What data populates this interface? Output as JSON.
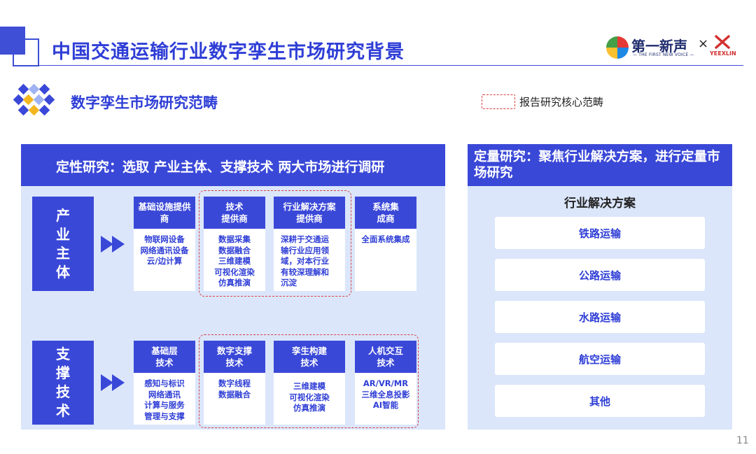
{
  "header": {
    "title": "中国交通运输行业数字孪生市场研究背景",
    "logo_text": "第一新声",
    "logo_sub": "— THE FIRST NEW VOICE —",
    "logo_times": "×",
    "logo_brand": "YEEXLIN"
  },
  "section": {
    "title": "数字孪生市场研究范畴",
    "legend_label": "报告研究核心范畴"
  },
  "qualitative": {
    "title": "定性研究：选取 产业主体、支撑技术 两大市场进行调研",
    "rows": [
      {
        "label": "产业主体",
        "cards": [
          {
            "title": "基础设施提供商",
            "body": [
              "物联网设备",
              "网络通讯设备",
              "云/边计算"
            ]
          },
          {
            "title": "技术\n提供商",
            "body": [
              "数据采集",
              "数据融合",
              "三维建模",
              "可视化渲染",
              "仿真推演"
            ]
          },
          {
            "title": "行业解决方案\n提供商",
            "body": [
              "深耕于交通运",
              "输行业应用领",
              "域，对本行业",
              "有较深理解和",
              "沉淀"
            ]
          },
          {
            "title": "系统集\n成商",
            "body": [
              "全面系统集成"
            ]
          }
        ]
      },
      {
        "label": "支撑技术",
        "cards": [
          {
            "title": "基础层\n技术",
            "body": [
              "感知与标识",
              "网络通讯",
              "计算与服务",
              "管理与支撑"
            ]
          },
          {
            "title": "数字支撑\n技术",
            "body": [
              "数字线程",
              "数据融合"
            ]
          },
          {
            "title": "孪生构建\n技术",
            "body": [
              "三维建模",
              "可视化渲染",
              "仿真推演"
            ]
          },
          {
            "title": "人机交互\n技术",
            "body": [
              "AR/VR/MR",
              "三维全息投影",
              "AI智能"
            ]
          }
        ]
      }
    ]
  },
  "quantitative": {
    "title": "定量研究：聚焦行业解决方案，进行定量市场研究",
    "subtitle": "行业解决方案",
    "items": [
      "铁路运输",
      "公路运输",
      "水路运输",
      "航空运输",
      "其他"
    ]
  },
  "page_number": "11",
  "colors": {
    "primary": "#3a48d8",
    "panel_bg": "#dbe6fb",
    "title_blue": "#2f3ed6",
    "core_border": "#d84040"
  }
}
